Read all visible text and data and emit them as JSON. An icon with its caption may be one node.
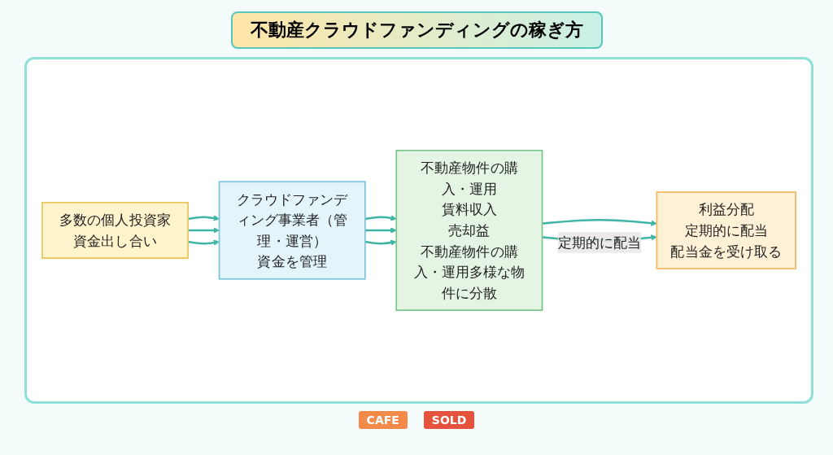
{
  "diagram": {
    "title": "不動産クラウドファンディングの稼ぎ方",
    "nodes": [
      {
        "text": [
          "多数の個人投資家資金出し合い"
        ]
      },
      {
        "text": [
          "クラウドファンディング事業者（管理・運営）",
          "資金を管理"
        ]
      },
      {
        "text": [
          "不動産物件の購入・運用",
          "賃料収入",
          "売却益",
          "不動産物件の購入・運用多様な物件に分散"
        ]
      },
      {
        "text": [
          "利益分配",
          "定期的に配当",
          "配当金を受け取る"
        ]
      }
    ],
    "edges": [
      {
        "from": 0,
        "to": 1,
        "arrow": "to"
      },
      {
        "from": 0,
        "to": 1,
        "arrow": "to"
      },
      {
        "from": 0,
        "to": 1,
        "arrow": "to"
      },
      {
        "from": 1,
        "to": 2,
        "arrow": "to"
      },
      {
        "from": 1,
        "to": 2,
        "arrow": "to"
      },
      {
        "from": 1,
        "to": 2,
        "arrow": "to"
      },
      {
        "from": 2,
        "to": 3,
        "arrow": "to"
      },
      {
        "from": 2,
        "to": 3,
        "label": "定期的に配当",
        "arrow": "to"
      }
    ],
    "labels": [
      "CAFE",
      "SOLD"
    ]
  }
}
